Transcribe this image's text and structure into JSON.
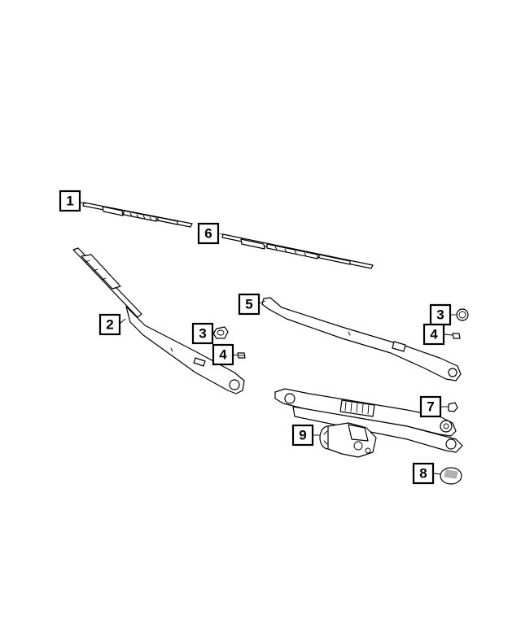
{
  "callouts": [
    {
      "id": "c1",
      "label": "1"
    },
    {
      "id": "c2",
      "label": "2"
    },
    {
      "id": "c3a",
      "label": "3"
    },
    {
      "id": "c4a",
      "label": "4"
    },
    {
      "id": "c5",
      "label": "5"
    },
    {
      "id": "c6",
      "label": "6"
    },
    {
      "id": "c3b",
      "label": "3"
    },
    {
      "id": "c4b",
      "label": "4"
    },
    {
      "id": "c7",
      "label": "7"
    },
    {
      "id": "c8",
      "label": "8"
    },
    {
      "id": "c9",
      "label": "9"
    }
  ]
}
